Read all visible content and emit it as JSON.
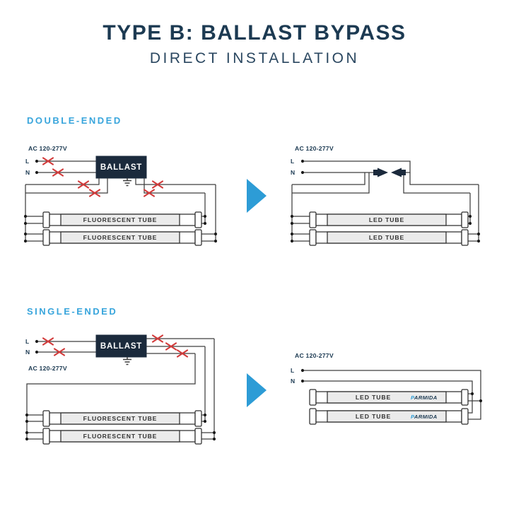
{
  "title": "TYPE B: BALLAST BYPASS",
  "subtitle": "DIRECT INSTALLATION",
  "colors": {
    "accent_blue": "#2D9CD6",
    "header_blue": "#38A5DC",
    "navy": "#1C3A52",
    "cut_red": "#D23B3B",
    "ballast_bg": "#1B2A3C"
  },
  "double_ended": {
    "label": "DOUBLE-ENDED",
    "before": {
      "voltage": "AC 120-277V",
      "l": "L",
      "n": "N",
      "ballast": "BALLAST",
      "tube1": "FLUORESCENT TUBE",
      "tube2": "FLUORESCENT TUBE"
    },
    "after": {
      "voltage": "AC 120-277V",
      "l": "L",
      "n": "N",
      "tube1": "LED TUBE",
      "tube2": "LED TUBE"
    }
  },
  "single_ended": {
    "label": "SINGLE-ENDED",
    "before": {
      "voltage": "AC 120-277V",
      "l": "L",
      "n": "N",
      "ballast": "BALLAST",
      "tube1": "FLUORESCENT TUBE",
      "tube2": "FLUORESCENT TUBE"
    },
    "after": {
      "voltage": "AC 120-277V",
      "l": "L",
      "n": "N",
      "tube1": "LED TUBE",
      "tube2": "LED TUBE",
      "brand_p": "P",
      "brand_rest": "ARMIDA"
    }
  }
}
